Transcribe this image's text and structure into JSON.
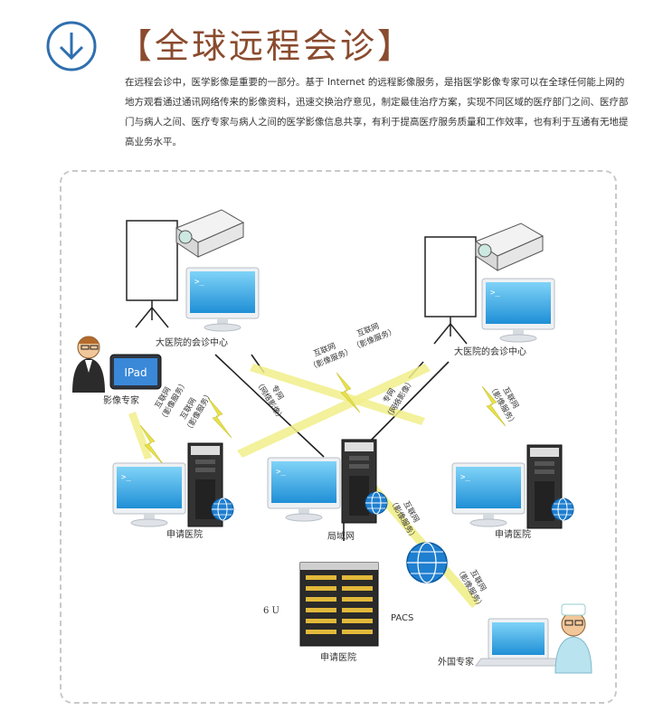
{
  "header": {
    "icon": "download-circle-icon",
    "title": "【全球远程会诊】",
    "title_color": "#8a4b2e",
    "intro": "在远程会诊中，医学影像是重要的一部分。基于 Internet 的远程影像服务，是指医学影像专家可以在全球任何能上网的地方观看通过通讯网络传来的影像资料，迅速交换治疗意见，制定最佳治疗方案，实现不同区域的医疗部门之间、医疗部门与病人之间、医疗专家与病人之间的医学影像信息共享，有利于提高医疗服务质量和工作效率，也有利于互通有无地提高业务水平。"
  },
  "diagram": {
    "nodes": {
      "consult_center_left": "大医院的会诊中心",
      "consult_center_right": "大医院的会诊中心",
      "imaging_expert": "影像专家",
      "ipad": "IPad",
      "hospital_left": "申请医院",
      "hospital_right": "申请医院",
      "hospital_bottom": "申请医院",
      "lan": "局域网",
      "rack_units": "6 U",
      "pacs": "PACS",
      "foreign_expert": "外国专家"
    },
    "links": {
      "internet": "互联网",
      "imaging_service": "（影像服务）",
      "private_net": "专网",
      "network_imaging": "（网络影像）"
    },
    "colors": {
      "bolt": "#e8e24a",
      "screen": "#2fa4e0",
      "line": "#222222",
      "globe": "#1f7fd0"
    }
  }
}
